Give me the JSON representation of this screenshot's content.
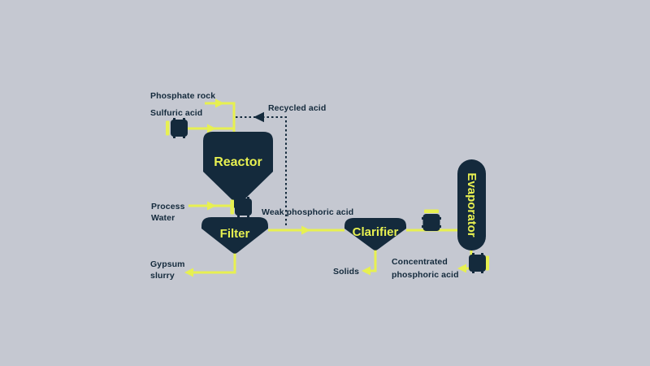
{
  "diagram_type": "process-flow-diagram",
  "colors": {
    "background": "#c5c8d1",
    "vessel_fill": "#142a3c",
    "flow_line": "#e7f051",
    "vessel_text": "#e7f051",
    "label_text": "#142a3c",
    "recycle_line": "#142a3c"
  },
  "vessels": {
    "reactor": "Reactor",
    "filter": "Filter",
    "clarifier": "Clarifier",
    "evaporator": "Evaporator"
  },
  "labels": {
    "phosphate_rock": "Phosphate rock",
    "sulfuric_acid": "Sulfuric acid",
    "recycled_acid": "Recycled acid",
    "process_water": {
      "line1": "Process",
      "line2": "Water"
    },
    "weak_phosphoric_acid": "Weak phosphoric acid",
    "gypsum_slurry": {
      "line1": "Gypsum",
      "line2": "slurry"
    },
    "solids": "Solids",
    "concentrated_phosphoric_acid": {
      "line1": "Concentrated",
      "line2": "phosphoric acid"
    }
  },
  "icons": {
    "pump": "pump-icon (flanged block with drive bar)",
    "solid_arrow": "flow-direction arrowhead"
  }
}
